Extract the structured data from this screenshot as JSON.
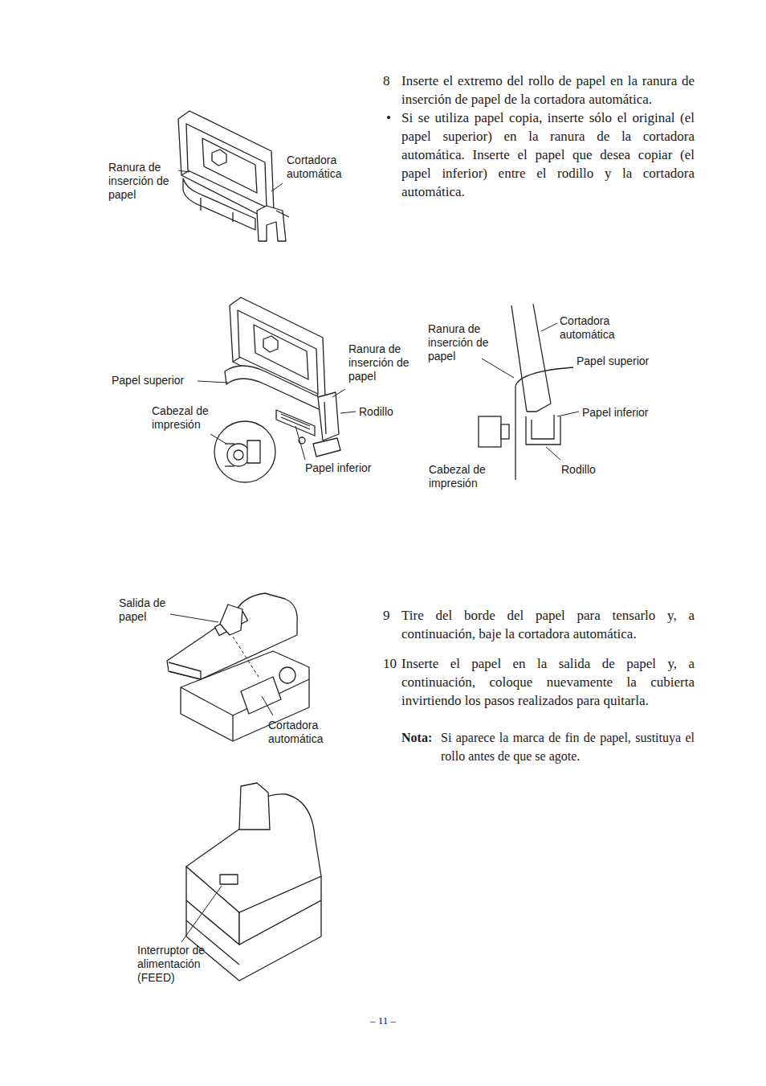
{
  "diagram": {
    "labels": [
      "8",
      "Inserte el extremo del rollo de papel en la ranura de inserción de papel de la cortadora automática.",
      "•",
      "Si se utiliza papel copia, inserte sólo el original (el papel superior) en la ranura de la cortadora automática. Inserte el papel que desea copiar (el papel inferior) entre el rodillo y la cortadora automática.",
      "Cortadora automática",
      "Ranura de inserción de papel",
      "Cortadora automática",
      "Ranura de inserción de papel",
      "Ranura de inserción de papel",
      "Papel superior",
      "Papel superior",
      "Cabezal de impresión",
      "Rodillo",
      "Papel inferior",
      "Papel inferior",
      "Cabezal de impresión",
      "Rodillo",
      "Salida de papel",
      "9",
      "Tire del borde del papel para tensarlo y, a continuación, baje la cortadora automática.",
      "10",
      "Inserte el papel en la salida de papel y, a continuación, coloque nuevamente la cubierta invirtiendo los pasos realizados para quitarla.",
      "Cortadora automática",
      "Nota:",
      "Si aparece la marca de fin de papel, sustituya el rollo antes de que se agote.",
      "Interruptor de alimentación (FEED)",
      "– 11 –"
    ]
  }
}
